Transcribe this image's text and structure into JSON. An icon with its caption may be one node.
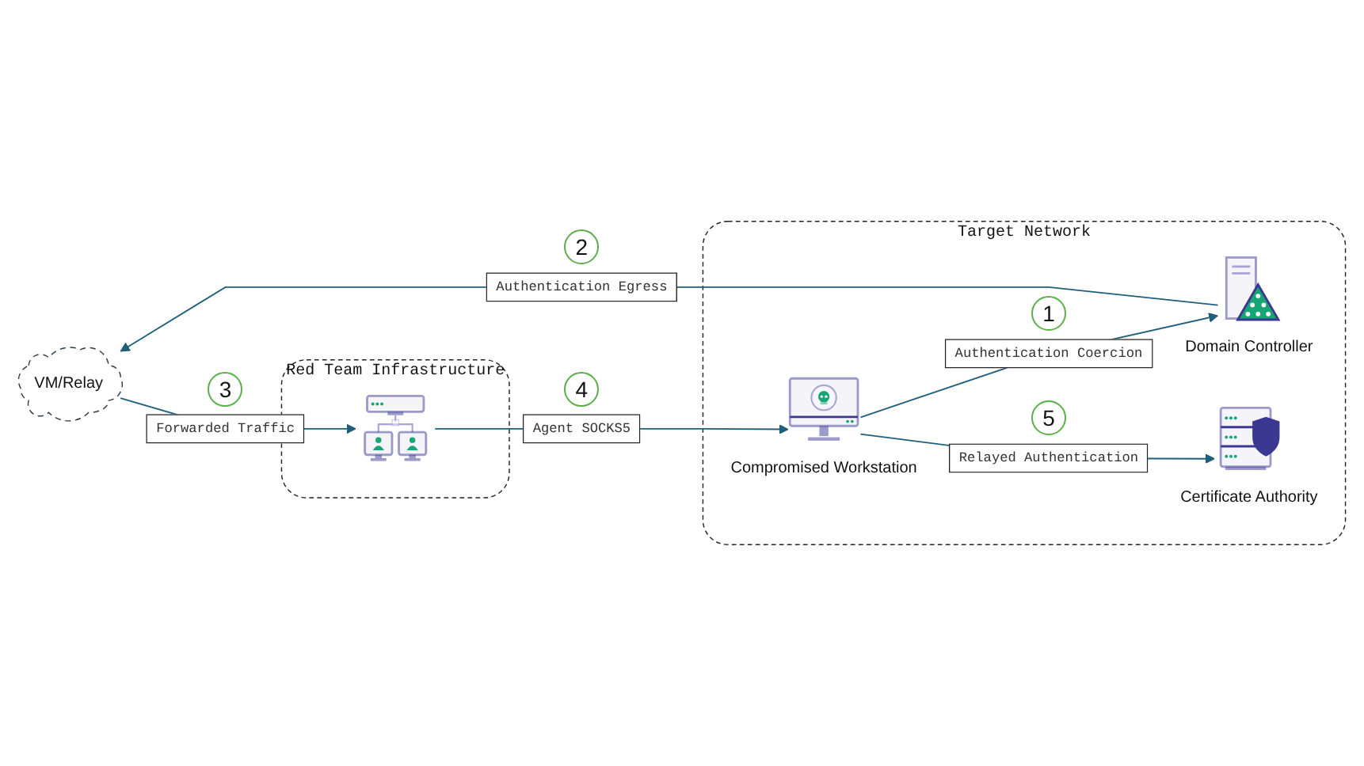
{
  "diagram": {
    "nodes": [
      {
        "text": [
          "VM/Relay"
        ]
      },
      {
        "text": [
          "Red Team Infrastructure"
        ]
      },
      {
        "text": [],
        "shape": "picture",
        "in": 1
      },
      {
        "text": [
          "Target Network"
        ]
      },
      {
        "text": [
          "Domain Controller"
        ],
        "in": 3
      },
      {
        "text": [
          "Compromised Workstation"
        ],
        "in": 3
      },
      {
        "text": [
          "Certificate Authority"
        ],
        "in": 3
      }
    ],
    "edges": [
      {
        "from": 5,
        "to": 4,
        "arrow": "to",
        "label": "Authentication Coercion"
      },
      {
        "from": 4,
        "to": 0,
        "arrow": "to",
        "label": "Authentication Egress"
      },
      {
        "from": 0,
        "to": 2,
        "arrow": "to",
        "label": "Forwarded Traffic"
      },
      {
        "from": 2,
        "to": 5,
        "arrow": "to",
        "label": "Agent SOCKS5"
      },
      {
        "from": 5,
        "to": 6,
        "arrow": "to",
        "label": "Relayed Authentication"
      }
    ],
    "labels": [
      "2",
      "1",
      "3",
      "4",
      "5"
    ]
  }
}
